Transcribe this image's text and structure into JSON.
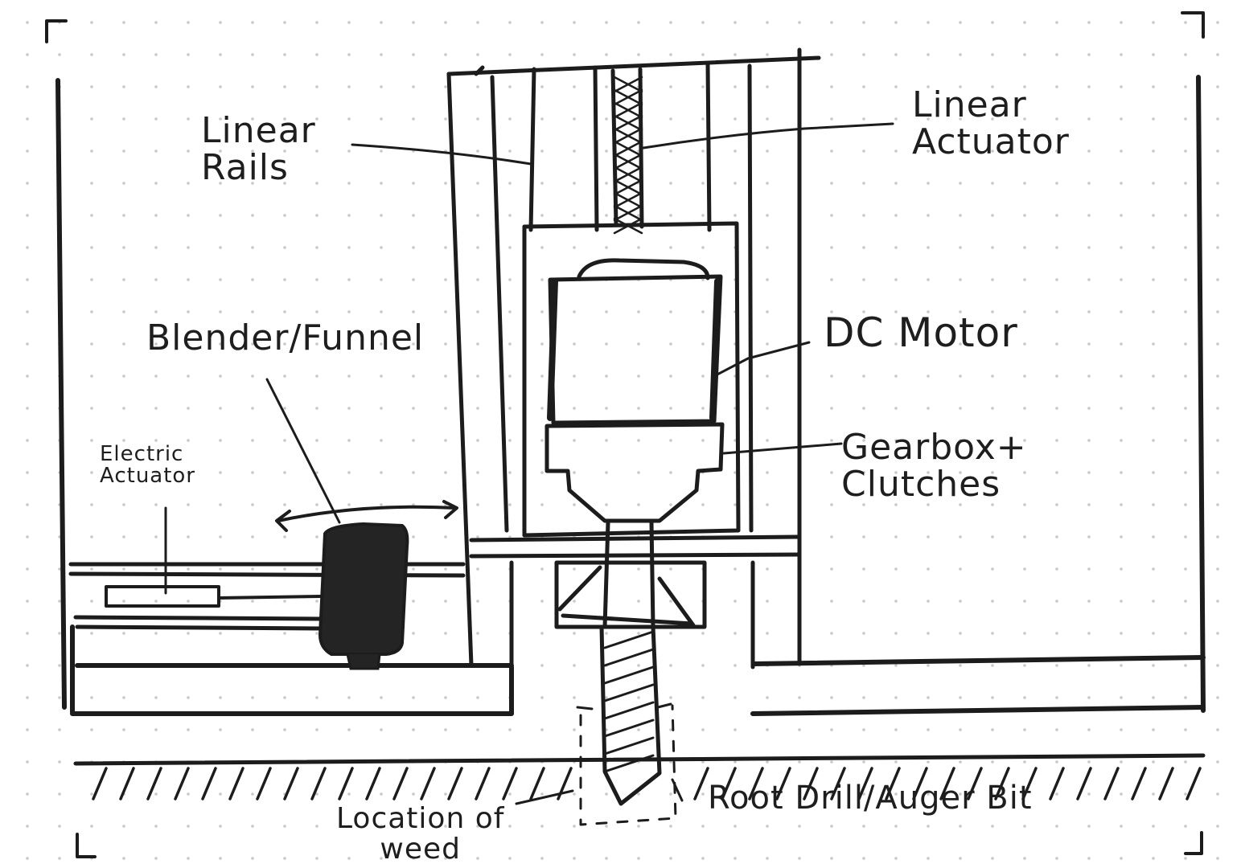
{
  "labels": {
    "linear_rails": "Linear\nRails",
    "linear_actuator": "Linear\nActuator",
    "blender_funnel": "Blender/Funnel",
    "dc_motor": "DC Motor",
    "electric_actuator": "Electric\nActuator",
    "gearbox_clutches": "Gearbox+\nClutches",
    "root_drill": "Root Drill/Auger Bit",
    "weed_location": "Location of\nweed"
  },
  "colors": {
    "ink": "#1c1c1c",
    "paper": "#ffffff",
    "dots": "#c8c8c8"
  }
}
